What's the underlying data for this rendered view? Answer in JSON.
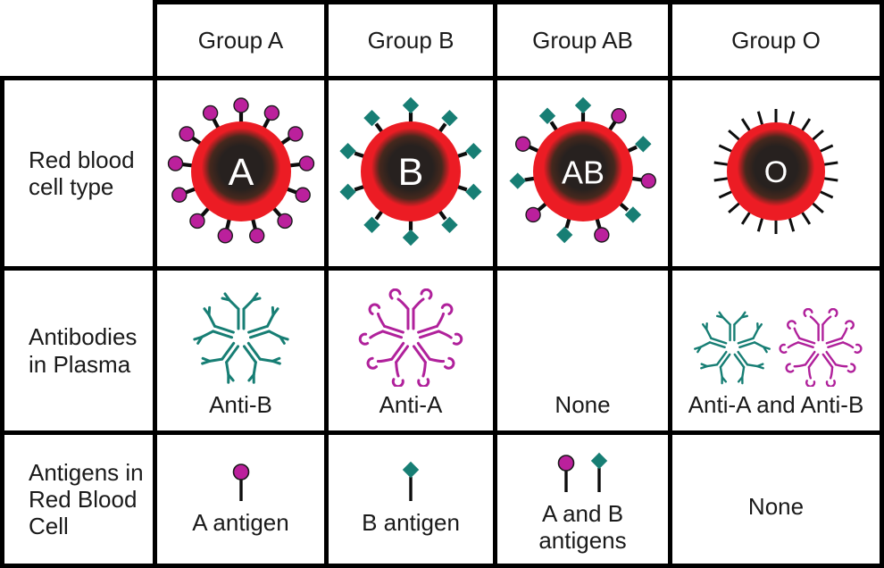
{
  "colors": {
    "background": "#ffffff",
    "grid_line": "#000000",
    "red_cell": "#ec1c24",
    "cell_core": "#27211f",
    "cell_core_mid": "#46281d",
    "spike": "#0d0d0d",
    "antigen_a_magenta": "#bb209c",
    "antigen_b_teal": "#177e74",
    "antibody_a_magenta": "#b0219b",
    "antibody_b_teal": "#177e74",
    "cell_letter": "#ffffff"
  },
  "table": {
    "corner_label": "",
    "column_headers": [
      "Group A",
      "Group B",
      "Group AB",
      "Group O"
    ],
    "row_headers": [
      "Red blood\ncell type",
      "Antibodies\nin Plasma",
      "Antigens in\nRed Blood\nCell"
    ],
    "red_blood_cells": [
      {
        "label": "A",
        "surface": "A antigens",
        "marker": "circle",
        "marker_count": 13
      },
      {
        "label": "B",
        "surface": "B antigens",
        "marker": "diamond",
        "marker_count": 10
      },
      {
        "label": "AB",
        "surface": "A and B antigens",
        "marker": "alternating",
        "marker_count": 11
      },
      {
        "label": "O",
        "surface": "no antigens",
        "marker": "none",
        "marker_count": 22
      }
    ],
    "antibodies": [
      {
        "rosettes": [
          "anti-B"
        ],
        "caption": "Anti-B"
      },
      {
        "rosettes": [
          "anti-A"
        ],
        "caption": "Anti-A"
      },
      {
        "rosettes": [],
        "caption": "None"
      },
      {
        "rosettes": [
          "anti-B",
          "anti-A"
        ],
        "caption": "Anti-A and Anti-B"
      }
    ],
    "antigens": [
      {
        "icons": [
          "A"
        ],
        "caption": "A antigen"
      },
      {
        "icons": [
          "B"
        ],
        "caption": "B antigen"
      },
      {
        "icons": [
          "A",
          "B"
        ],
        "caption": "A and B\nantigens"
      },
      {
        "icons": [],
        "caption": "None"
      }
    ]
  }
}
